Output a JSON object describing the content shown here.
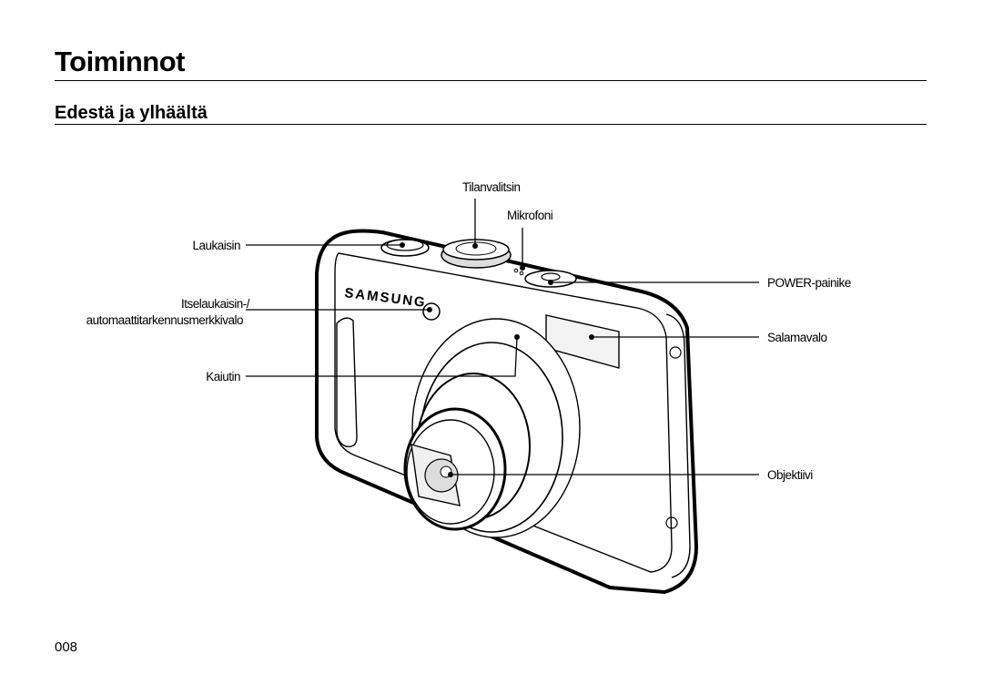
{
  "header": {
    "title": "Toiminnot",
    "subtitle": "Edestä ja ylhäältä"
  },
  "figure": {
    "camera_brand": "SAMSUNG",
    "labels": {
      "mode_dial": "Tilanvalitsin",
      "microphone": "Mikrofoni",
      "shutter": "Laukaisin",
      "power_button": "POWER-painike",
      "self_timer_line1": "Itselaukaisin-/",
      "self_timer_line2": "automaattitarkennusmerkkivalo",
      "flash": "Salamavalo",
      "speaker": "Kaiutin",
      "lens": "Objektiivi"
    }
  },
  "footer": {
    "page_number": "008"
  }
}
